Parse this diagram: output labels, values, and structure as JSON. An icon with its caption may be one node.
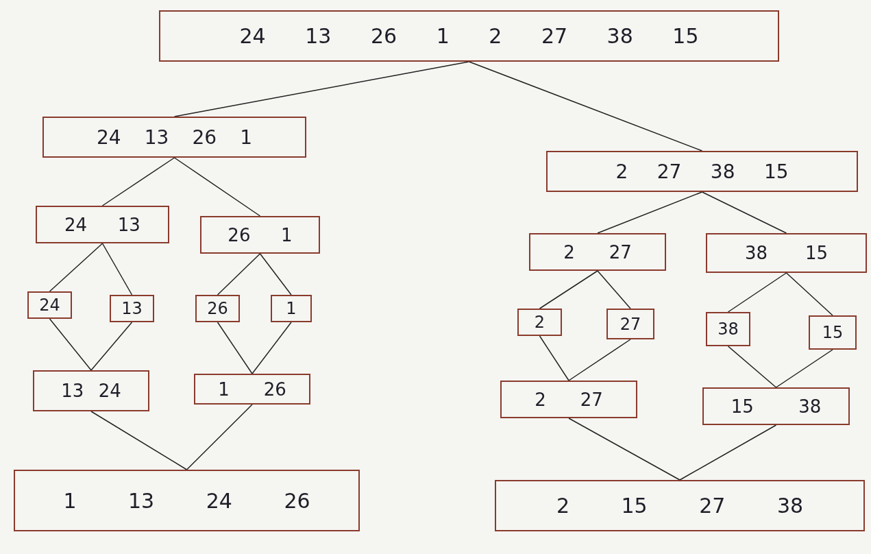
{
  "diagram": {
    "nodes": [
      {
        "text": [
          "24 13 26 1 2 27 38 15"
        ]
      },
      {
        "text": [
          "24 13 26 1"
        ]
      },
      {
        "text": [
          "2 27 38 15"
        ]
      },
      {
        "text": [
          "24 13"
        ]
      },
      {
        "text": [
          "26 1"
        ]
      },
      {
        "text": [
          "2 27"
        ]
      },
      {
        "text": [
          "38 15"
        ]
      },
      {
        "text": [
          "24"
        ]
      },
      {
        "text": [
          "13"
        ]
      },
      {
        "text": [
          "26"
        ]
      },
      {
        "text": [
          "1"
        ]
      },
      {
        "text": [
          "2"
        ]
      },
      {
        "text": [
          "27"
        ]
      },
      {
        "text": [
          "38"
        ]
      },
      {
        "text": [
          "15"
        ]
      },
      {
        "text": [
          "13 24"
        ]
      },
      {
        "text": [
          "1 26"
        ]
      },
      {
        "text": [
          "2 27"
        ]
      },
      {
        "text": [
          "15 38"
        ]
      },
      {
        "text": [
          "1 13 24 26"
        ]
      },
      {
        "text": [
          "2 15 27 38"
        ]
      }
    ],
    "edges": [
      {
        "from": 0,
        "to": 1,
        "arrow": "none"
      },
      {
        "from": 0,
        "to": 2,
        "arrow": "none"
      },
      {
        "from": 1,
        "to": 3,
        "arrow": "none"
      },
      {
        "from": 1,
        "to": 4,
        "arrow": "none"
      },
      {
        "from": 2,
        "to": 5,
        "arrow": "none"
      },
      {
        "from": 2,
        "to": 6,
        "arrow": "none"
      },
      {
        "from": 3,
        "to": 7,
        "arrow": "none"
      },
      {
        "from": 3,
        "to": 8,
        "arrow": "none"
      },
      {
        "from": 4,
        "to": 9,
        "arrow": "none"
      },
      {
        "from": 4,
        "to": 10,
        "arrow": "none"
      },
      {
        "from": 5,
        "to": 11,
        "arrow": "none"
      },
      {
        "from": 5,
        "to": 12,
        "arrow": "none"
      },
      {
        "from": 6,
        "to": 13,
        "arrow": "none"
      },
      {
        "from": 6,
        "to": 14,
        "arrow": "none"
      },
      {
        "from": 7,
        "to": 15,
        "arrow": "none"
      },
      {
        "from": 8,
        "to": 15,
        "arrow": "none"
      },
      {
        "from": 9,
        "to": 16,
        "arrow": "none"
      },
      {
        "from": 10,
        "to": 16,
        "arrow": "none"
      },
      {
        "from": 11,
        "to": 17,
        "arrow": "none"
      },
      {
        "from": 12,
        "to": 17,
        "arrow": "none"
      },
      {
        "from": 13,
        "to": 18,
        "arrow": "none"
      },
      {
        "from": 14,
        "to": 18,
        "arrow": "none"
      },
      {
        "from": 15,
        "to": 19,
        "arrow": "none"
      },
      {
        "from": 16,
        "to": 19,
        "arrow": "none"
      },
      {
        "from": 17,
        "to": 20,
        "arrow": "none"
      },
      {
        "from": 18,
        "to": 20,
        "arrow": "none"
      }
    ]
  }
}
